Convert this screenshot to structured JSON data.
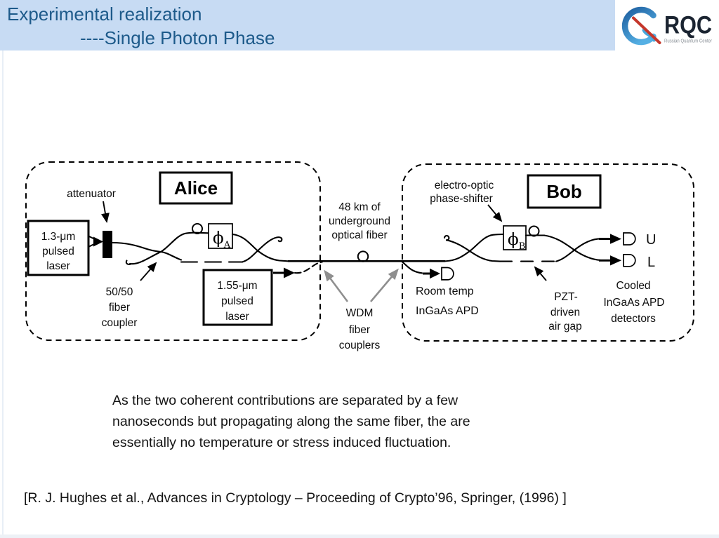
{
  "header": {
    "title_line1": "Experimental realization",
    "title_line2": "----Single Photon Phase"
  },
  "logo": {
    "text": "RQC",
    "subtitle": "Russian Quantum Center"
  },
  "diagram": {
    "alice": {
      "title": "Alice",
      "attenuator_label": "attenuator",
      "laser13": [
        "1.3-μm",
        "pulsed",
        "laser"
      ],
      "coupler_label": [
        "50/50",
        "fiber",
        "coupler"
      ],
      "laser155": [
        "1.55-μm",
        "pulsed",
        "laser"
      ],
      "phi_sym": "ϕ",
      "phi_sub": "A"
    },
    "link": {
      "fiber_label": [
        "48 km of",
        "underground",
        "optical fiber"
      ],
      "wdm_label": [
        "WDM",
        "fiber",
        "couplers"
      ]
    },
    "bob": {
      "title": "Bob",
      "shifter_label": [
        "electro-optic",
        "phase-shifter"
      ],
      "phi_sym": "ϕ",
      "phi_sub": "B",
      "room_apd_label": [
        "Room temp",
        "InGaAs APD"
      ],
      "pzt_label": [
        "PZT-",
        "driven",
        "air gap"
      ],
      "cooled_label": [
        "Cooled",
        "InGaAs APD",
        "detectors"
      ],
      "detector_u": "U",
      "detector_l": "L"
    }
  },
  "body": {
    "lines": [
      "As the two coherent contributions are separated by a few",
      "nanoseconds but propagating along the same fiber, the are",
      "essentially no temperature or stress induced fluctuation."
    ]
  },
  "citation": {
    "text": "[R. J. Hughes et al., Advances in Cryptology – Proceeding of Crypto’96, Springer, (1996) ]"
  },
  "colors": {
    "header_bg": "#C7DBF3",
    "title_text": "#1D5A8A",
    "logo_blue": "#2C80C6",
    "logo_red": "#C5372B",
    "logo_ink": "#1B2431",
    "logo_gray": "#8A9097",
    "diagram_ink": "#000000",
    "gray_arrow": "#8F8F8F"
  }
}
